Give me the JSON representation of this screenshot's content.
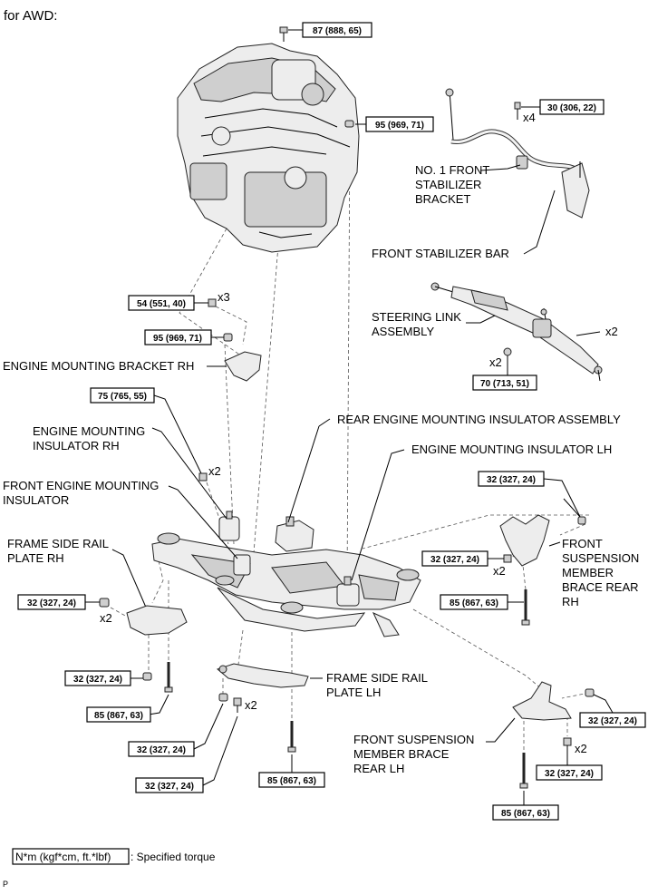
{
  "header": {
    "title": "for AWD:"
  },
  "footer": {
    "legend_box": "N*m (kgf*cm, ft.*lbf)",
    "legend_text": ": Specified torque",
    "corner_code": "P"
  },
  "labels": {
    "no1_front_stabilizer_bracket": [
      "NO. 1 FRONT",
      "STABILIZER",
      "BRACKET"
    ],
    "front_stabilizer_bar": [
      "FRONT STABILIZER BAR"
    ],
    "steering_link_assembly": [
      "STEERING LINK",
      "ASSEMBLY"
    ],
    "engine_mounting_bracket_rh": [
      "ENGINE MOUNTING BRACKET RH"
    ],
    "rear_engine_mounting_insulator_assembly": [
      "REAR ENGINE MOUNTING INSULATOR ASSEMBLY"
    ],
    "engine_mounting_insulator_rh": [
      "ENGINE MOUNTING",
      "INSULATOR RH"
    ],
    "engine_mounting_insulator_lh": [
      "ENGINE MOUNTING INSULATOR LH"
    ],
    "front_engine_mounting_insulator": [
      "FRONT ENGINE MOUNTING",
      "INSULATOR"
    ],
    "frame_side_rail_plate_rh": [
      "FRAME SIDE RAIL",
      "PLATE RH"
    ],
    "front_suspension_member_brace_rear_rh": [
      "FRONT",
      "SUSPENSION",
      "MEMBER",
      "BRACE REAR",
      "RH"
    ],
    "frame_side_rail_plate_lh": [
      "FRAME SIDE RAIL",
      "PLATE LH"
    ],
    "front_suspension_member_brace_rear_lh": [
      "FRONT SUSPENSION",
      "MEMBER BRACE",
      "REAR LH"
    ]
  },
  "torques": {
    "t_87_top": "87 (888, 65)",
    "t_30_stab": "30 (306, 22)",
    "t_95_engine": "95 (969, 71)",
    "t_54_bracket": "54 (551, 40)",
    "t_95_bracket": "95 (969, 71)",
    "t_70_steering": "70 (713, 51)",
    "t_75_insulator": "75 (765, 55)",
    "t_32_brace_rh_top": "32 (327, 24)",
    "t_32_brace_rh_left": "32 (327, 24)",
    "t_85_brace_rh": "85 (867, 63)",
    "t_32_rail_rh_left": "32 (327, 24)",
    "t_32_rail_rh_bottom": "32 (327, 24)",
    "t_85_rail_rh": "85 (867, 63)",
    "t_32_rail_lh_a": "32 (327, 24)",
    "t_32_rail_lh_b": "32 (327, 24)",
    "t_85_rail_lh": "85 (867, 63)",
    "t_32_brace_lh_right": "32 (327, 24)",
    "t_32_brace_lh_bottom": "32 (327, 24)",
    "t_85_brace_lh": "85 (867, 63)"
  },
  "counts": {
    "x4_stab": "x4",
    "x3_bracket": "x3",
    "x2_steering_right": "x2",
    "x2_steering_left": "x2",
    "x2_insulator": "x2",
    "x2_brace_rh": "x2",
    "x2_rail_rh": "x2",
    "x2_rail_lh": "x2",
    "x2_brace_lh": "x2"
  }
}
